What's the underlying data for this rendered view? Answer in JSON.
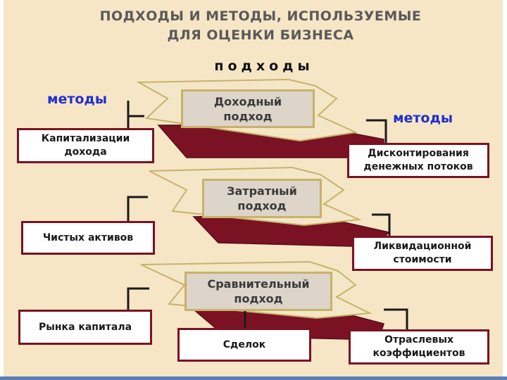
{
  "title": {
    "line1": "ПОДХОДЫ И МЕТОДЫ, ИСПОЛЬЗУЕМЫЕ",
    "line2": "ДЛЯ ОЦЕНКИ  БИЗНЕСА"
  },
  "subtitle": "подходы",
  "methods_label_left": "методы",
  "methods_label_right": "методы",
  "approaches": [
    {
      "label": "Доходный\nподход",
      "methods": [
        "Капитализации\nдохода",
        "Дисконтирования\nденежных потоков"
      ]
    },
    {
      "label": "Затратный\nподход",
      "methods": [
        "Чистых активов",
        "Ликвидационной\nстоимости"
      ]
    },
    {
      "label": "Сравнительный\nподход",
      "methods": [
        "Рынка капитала",
        "Сделок",
        "Отраслевых\nкоэффициентов"
      ]
    }
  ],
  "colors": {
    "background": "#f6e6c6",
    "ribbon_light": "#f3e7c7",
    "ribbon_dark": "#7a1224",
    "box_border": "#7a1224",
    "approach_box": "#ddd4ca",
    "methods_label": "#1f2fd0",
    "title": "#5a5a5a"
  }
}
